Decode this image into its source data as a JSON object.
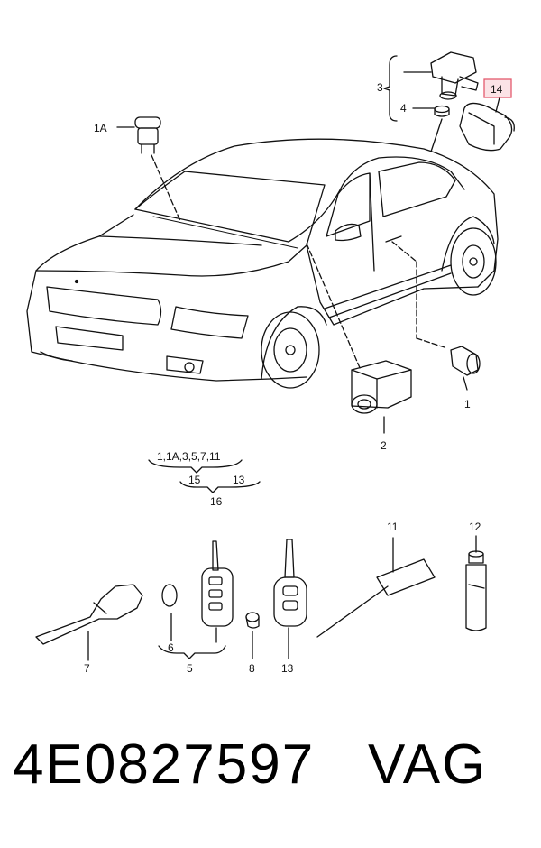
{
  "callouts": {
    "c1A": "1A",
    "c3": "3",
    "c4": "4",
    "c14": "14",
    "c1": "1",
    "c2": "2",
    "group_top": "1,1A,3,5,7,11",
    "c15": "15",
    "c13_group": "13",
    "c16": "16",
    "c11": "11",
    "c12": "12",
    "c6": "6",
    "c5": "5",
    "c7": "7",
    "c8": "8",
    "c13": "13"
  },
  "highlight_color": "#e35a6e",
  "footer": {
    "part_number": "4E0827597",
    "brand": "VAG"
  }
}
